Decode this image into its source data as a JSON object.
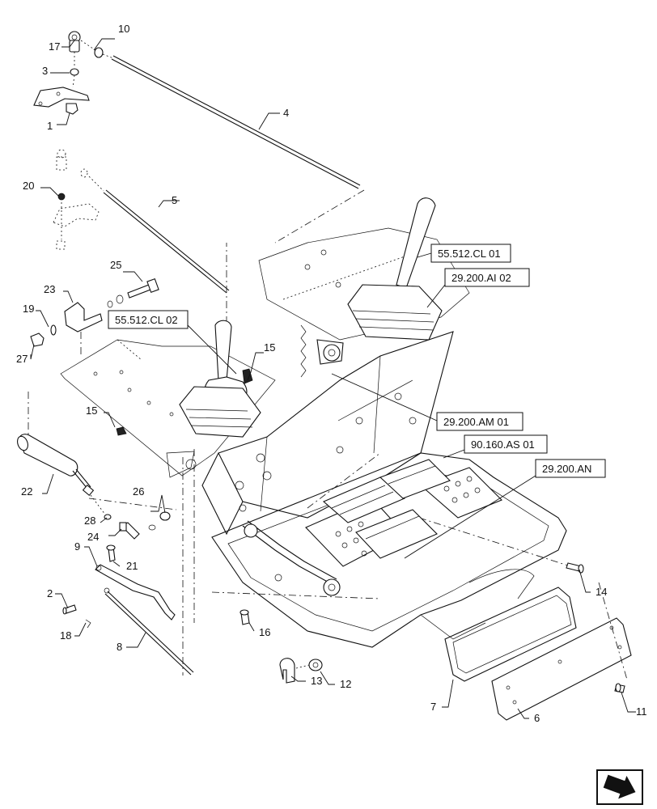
{
  "callouts": {
    "c1": "1",
    "c2": "2",
    "c3": "3",
    "c4": "4",
    "c5": "5",
    "c6": "6",
    "c7": "7",
    "c8": "8",
    "c9": "9",
    "c10": "10",
    "c11": "11",
    "c12": "12",
    "c13": "13",
    "c14": "14",
    "c15a": "15",
    "c15b": "15",
    "c16": "16",
    "c17": "17",
    "c18": "18",
    "c19": "19",
    "c20": "20",
    "c21": "21",
    "c22": "22",
    "c23": "23",
    "c24": "24",
    "c25": "25",
    "c26": "26",
    "c27": "27",
    "c28": "28"
  },
  "references": {
    "r1": "55.512.CL 01",
    "r2": "29.200.AI 02",
    "r3": "55.512.CL 02",
    "r4": "29.200.AM 01",
    "r5": "90.160.AS 01",
    "r6": "29.200.AN"
  },
  "icons": {
    "nav": "next-page-arrow-icon"
  }
}
